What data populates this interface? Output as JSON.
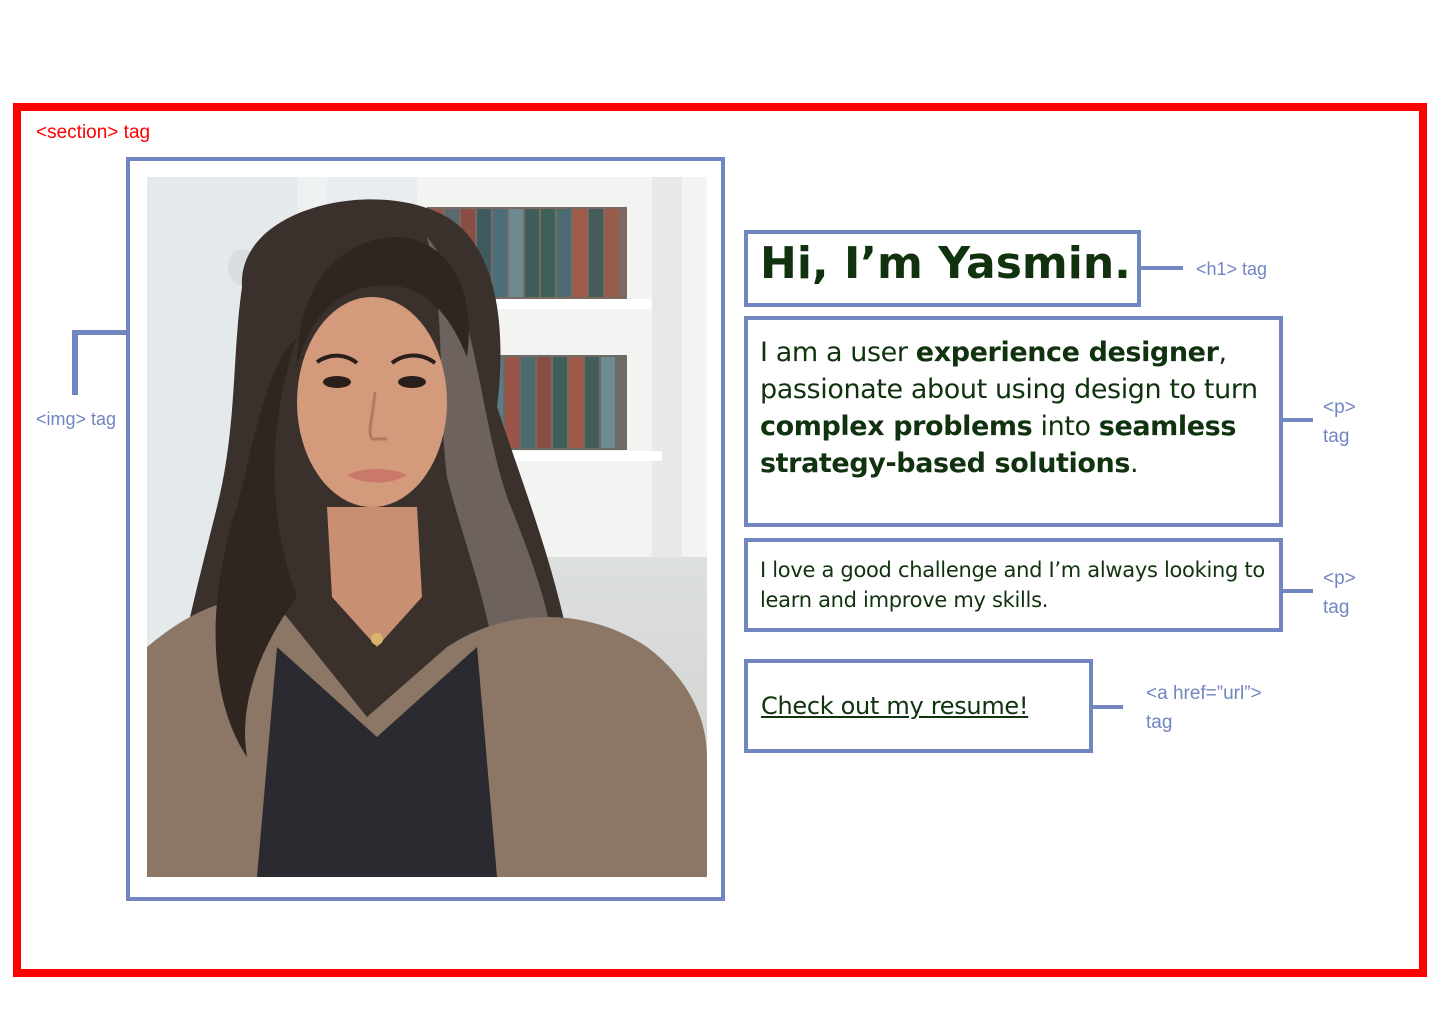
{
  "section_label": "<section> tag",
  "img_label": "<img> tag",
  "h1_label": "<h1> tag",
  "p_label_line1": "<p>",
  "p_label_line2": "tag",
  "a_label_line1": "<a href=”url”>",
  "a_label_line2": "tag",
  "heading": "Hi, I’m Yasmin.",
  "intro": {
    "t1": "I am a user ",
    "b1": "experience designer",
    "t2": ", passionate about using design to turn ",
    "b2": "complex problems",
    "t3": " into ",
    "b3": "seamless strategy-based solutions",
    "t4": "."
  },
  "paragraph2": "I love a good challenge and I’m always looking to learn and improve my skills.",
  "resume_link": "Check out my resume!",
  "colors": {
    "section_border": "#ff0000",
    "annotation": "#7185c0",
    "text": "#10320e"
  }
}
